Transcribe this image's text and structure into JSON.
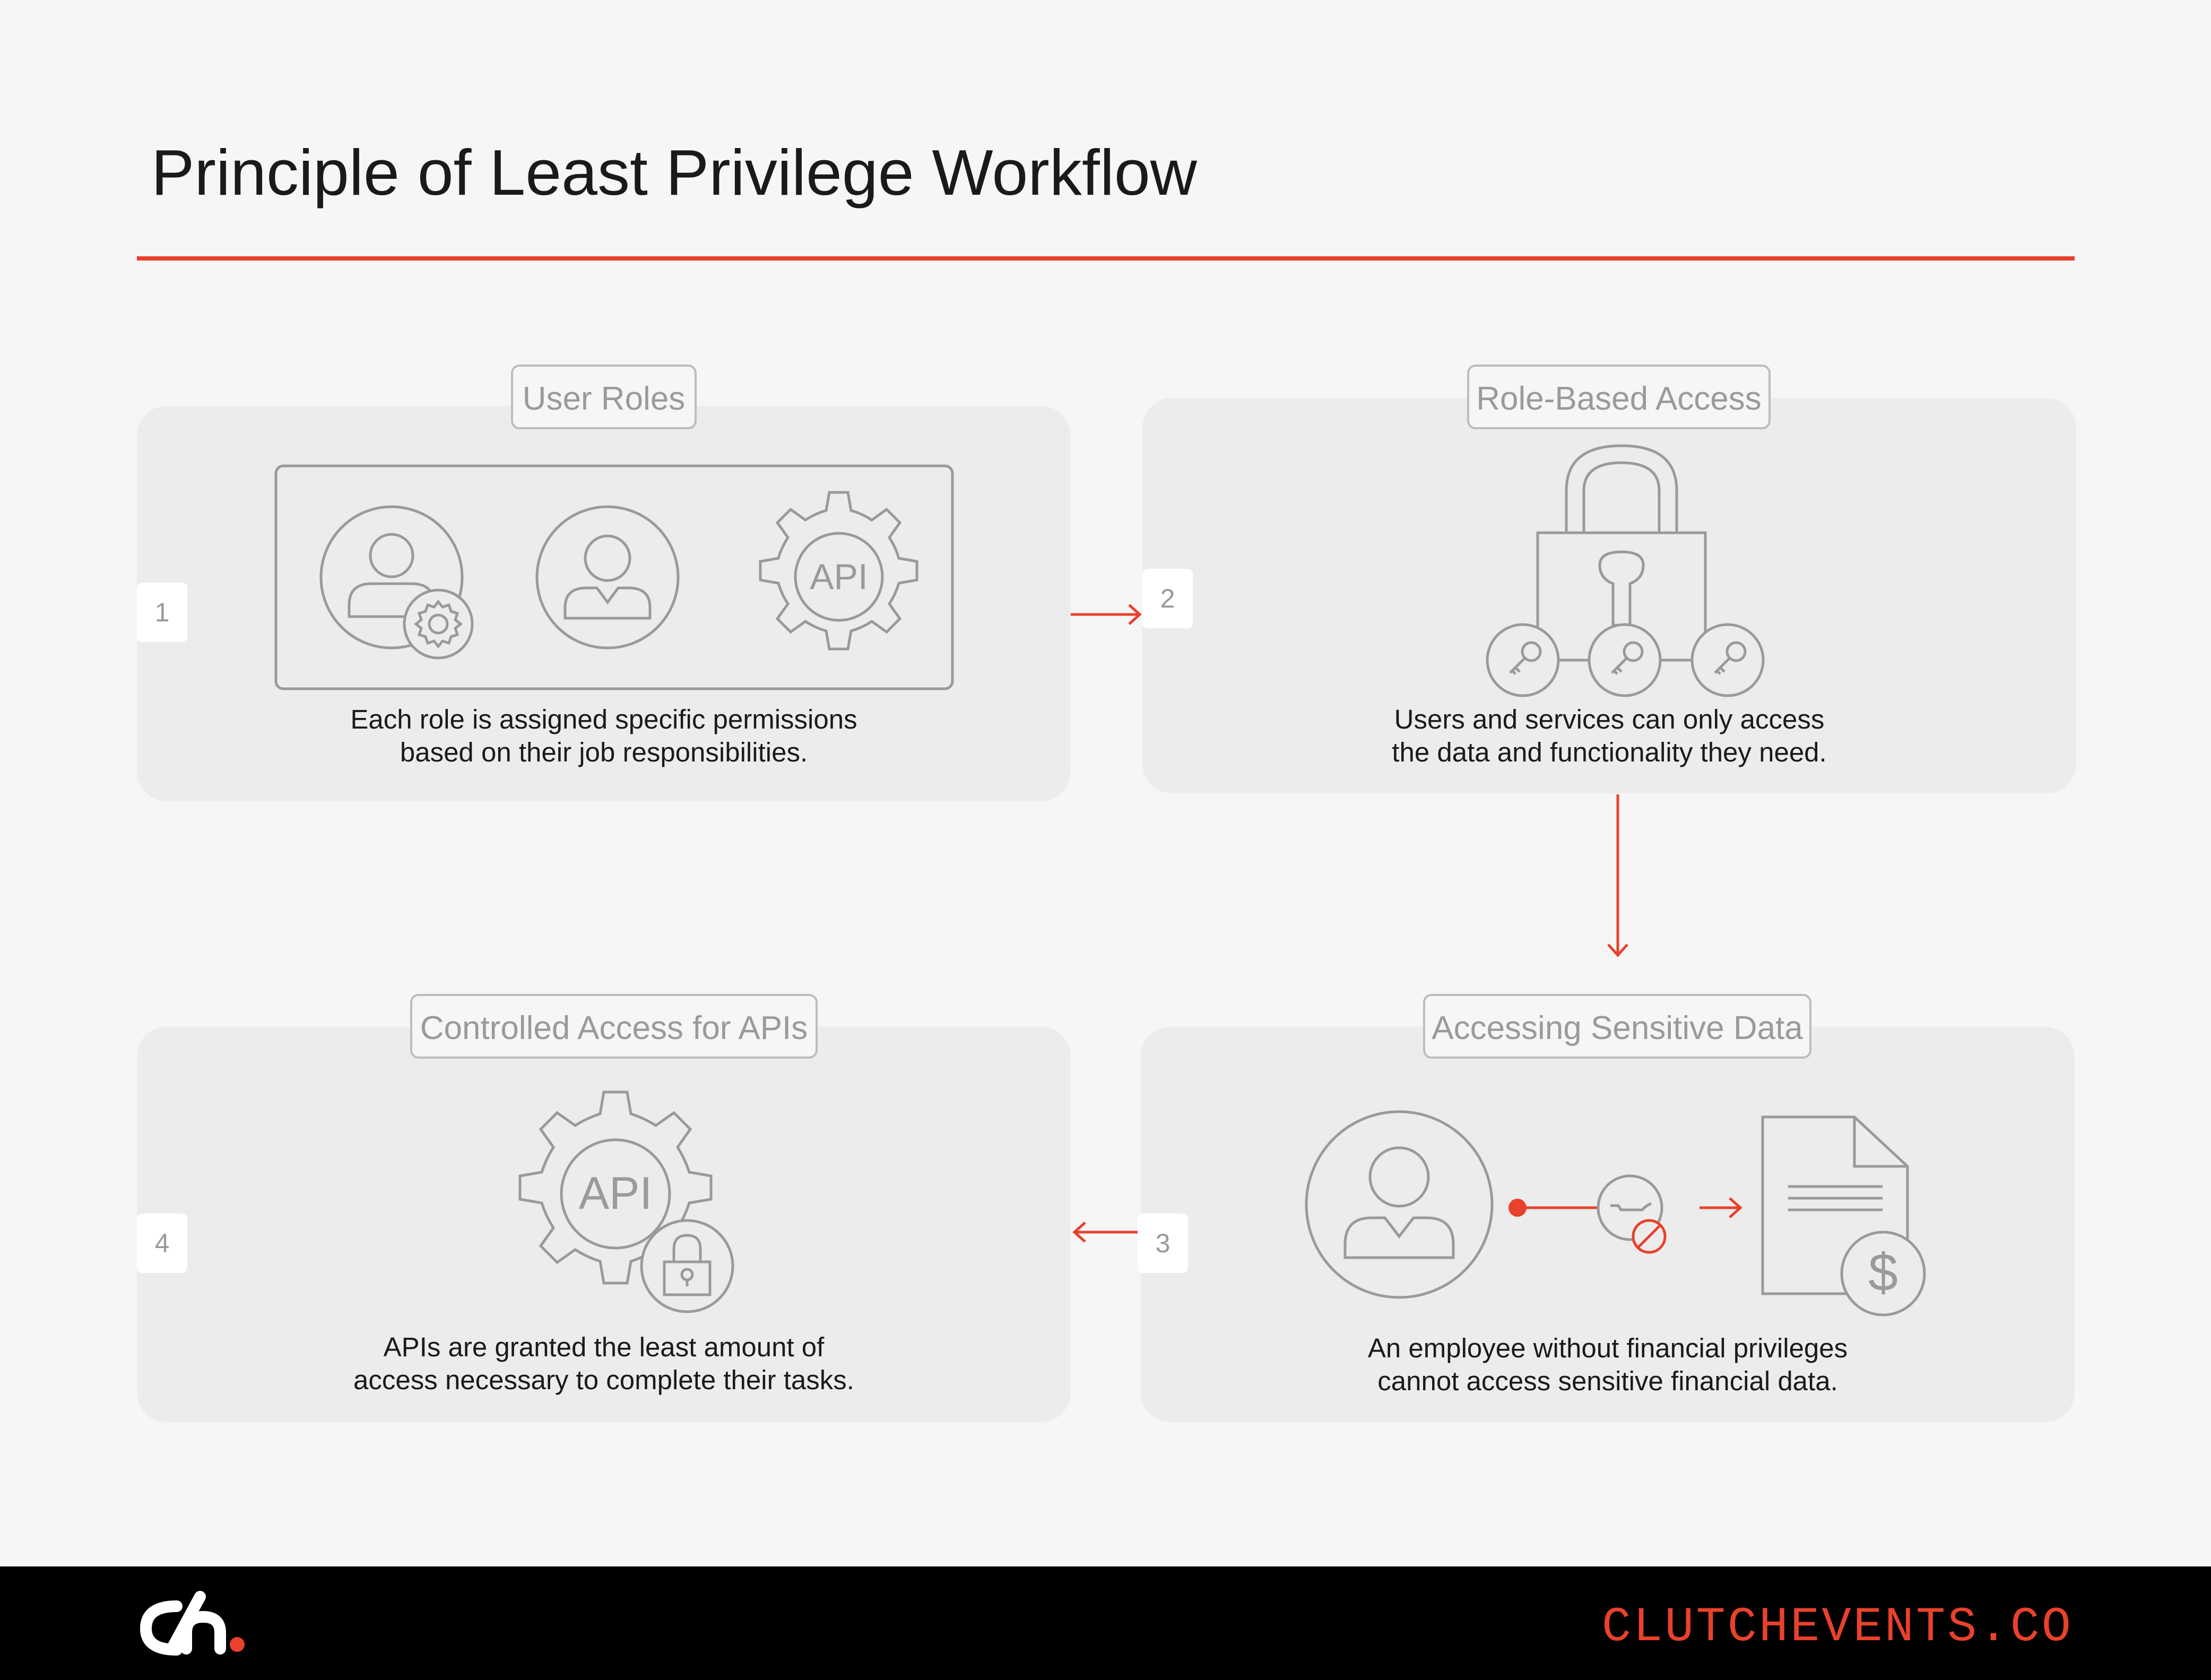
{
  "title": "Principle of Least Privilege Workflow",
  "colors": {
    "accent": "#e8412c",
    "card": "#ececec",
    "background": "#f6f6f6",
    "icon_stroke": "#9a9a9a"
  },
  "steps": [
    {
      "number": "1",
      "label": "User Roles",
      "desc_line1": "Each role is assigned specific permissions",
      "desc_line2": "based on their job responsibilities.",
      "icons": [
        "user-gear-icon",
        "user-icon",
        "api-gear-icon"
      ]
    },
    {
      "number": "2",
      "label": "Role-Based Access",
      "desc_line1": "Users and services can only access",
      "desc_line2": "the data and functionality they need.",
      "icons": [
        "padlock-icon",
        "key-icon",
        "key-icon",
        "key-icon"
      ]
    },
    {
      "number": "3",
      "label": "Accessing Sensitive Data",
      "desc_line1": "An employee without financial privileges",
      "desc_line2": "cannot access sensitive financial data.",
      "icons": [
        "user-icon",
        "blocked-hand-icon",
        "document-icon",
        "dollar-icon"
      ]
    },
    {
      "number": "4",
      "label": "Controlled Access for APIs",
      "desc_line1": "APIs are granted the least amount of",
      "desc_line2": "access necessary to complete their tasks.",
      "icons": [
        "api-gear-icon",
        "padlock-icon"
      ]
    }
  ],
  "icon_text": {
    "api": "API",
    "dollar": "$"
  },
  "footer": {
    "logo_icon": "clutch-logo-icon",
    "url": "CLUTCHEVENTS.CO"
  }
}
